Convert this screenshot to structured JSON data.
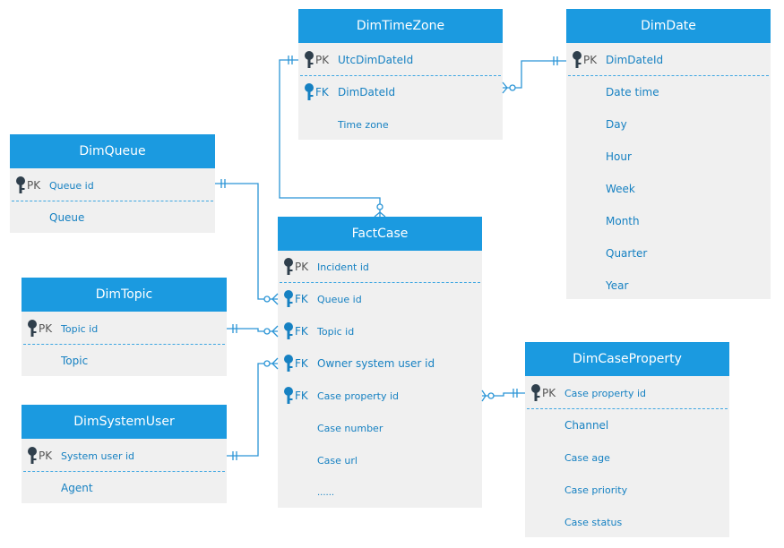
{
  "entities": {
    "dimTimeZone": {
      "title": "DimTimeZone",
      "rows": [
        {
          "kind": "PK",
          "label": "UtcDimDateId"
        },
        {
          "kind": "FK",
          "label": "DimDateId"
        },
        {
          "kind": "",
          "label": "Time zone"
        }
      ]
    },
    "dimDate": {
      "title": "DimDate",
      "rows": [
        {
          "kind": "PK",
          "label": "DimDateId"
        },
        {
          "kind": "",
          "label": "Date time"
        },
        {
          "kind": "",
          "label": "Day"
        },
        {
          "kind": "",
          "label": "Hour"
        },
        {
          "kind": "",
          "label": "Week"
        },
        {
          "kind": "",
          "label": "Month"
        },
        {
          "kind": "",
          "label": "Quarter"
        },
        {
          "kind": "",
          "label": "Year"
        }
      ]
    },
    "dimQueue": {
      "title": "DimQueue",
      "rows": [
        {
          "kind": "PK",
          "label": "Queue id"
        },
        {
          "kind": "",
          "label": "Queue"
        }
      ]
    },
    "factCase": {
      "title": "FactCase",
      "rows": [
        {
          "kind": "PK",
          "label": "Incident id"
        },
        {
          "kind": "FK",
          "label": "Queue id"
        },
        {
          "kind": "FK",
          "label": "Topic id"
        },
        {
          "kind": "FK",
          "label": "Owner system user id"
        },
        {
          "kind": "FK",
          "label": "Case property id"
        },
        {
          "kind": "",
          "label": "Case number"
        },
        {
          "kind": "",
          "label": "Case url"
        },
        {
          "kind": "",
          "label": "......"
        }
      ]
    },
    "dimTopic": {
      "title": "DimTopic",
      "rows": [
        {
          "kind": "PK",
          "label": "Topic id"
        },
        {
          "kind": "",
          "label": "Topic"
        }
      ]
    },
    "dimSystemUser": {
      "title": "DimSystemUser",
      "rows": [
        {
          "kind": "PK",
          "label": "System user id"
        },
        {
          "kind": "",
          "label": "Agent"
        }
      ]
    },
    "dimCaseProperty": {
      "title": "DimCaseProperty",
      "rows": [
        {
          "kind": "PK",
          "label": "Case property id"
        },
        {
          "kind": "",
          "label": "Channel"
        },
        {
          "kind": "",
          "label": "Case age"
        },
        {
          "kind": "",
          "label": "Case priority"
        },
        {
          "kind": "",
          "label": "Case status"
        }
      ]
    }
  },
  "colors": {
    "header": "#1b9ae0",
    "body": "#f0f0f0",
    "field_text": "#1681c2",
    "connector": "#2b95d6"
  }
}
